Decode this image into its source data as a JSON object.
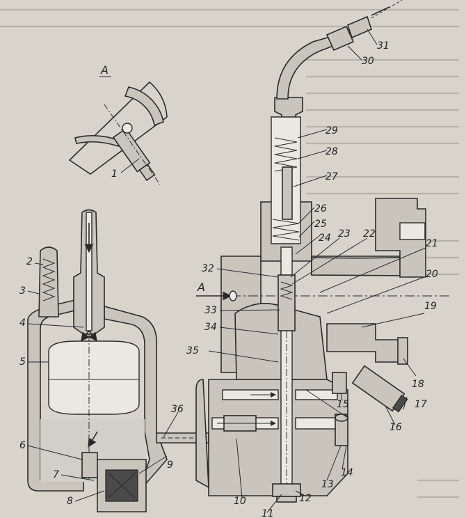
{
  "figure": {
    "view_label": "A",
    "section_arrow_label": "A",
    "callouts": [
      "1",
      "2",
      "3",
      "4",
      "5",
      "6",
      "7",
      "8",
      "9",
      "10",
      "11",
      "12",
      "13",
      "14",
      "15",
      "16",
      "17",
      "18",
      "19",
      "20",
      "21",
      "22",
      "23",
      "24",
      "25",
      "26",
      "27",
      "28",
      "29",
      "30",
      "31",
      "32",
      "33",
      "34",
      "35",
      "36"
    ]
  },
  "colors": {
    "paper": "#d8d4cc",
    "ink": "#2a2a2a",
    "hatch": "#2a2a2a",
    "cavity": "#ebe8e2"
  }
}
